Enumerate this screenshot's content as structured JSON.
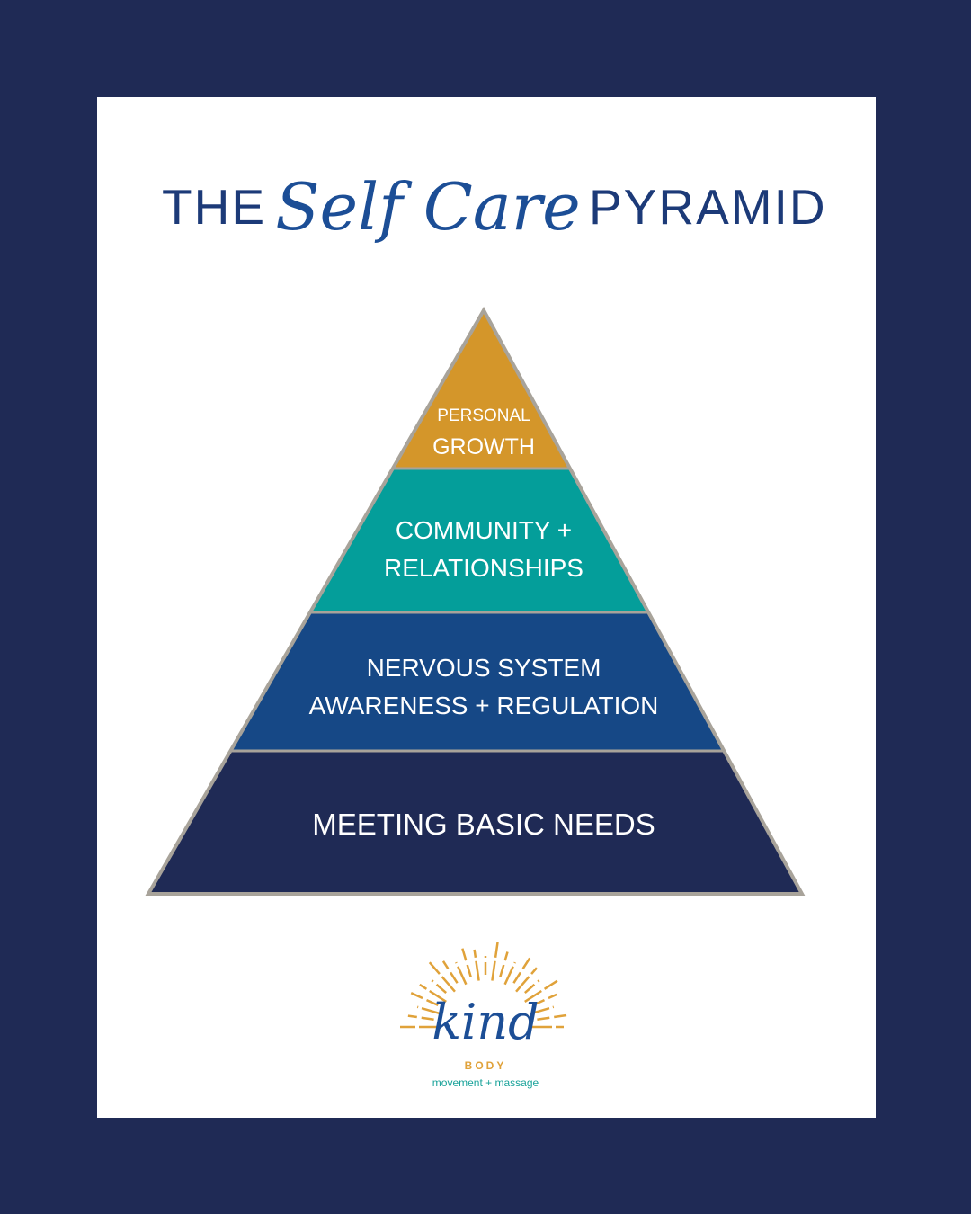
{
  "title": {
    "left": "THE",
    "script": "Self Care",
    "right": "PYRAMID"
  },
  "pyramid": {
    "tiers": [
      {
        "lines": [
          "PERSONAL",
          "GROWTH"
        ],
        "color": "#d4962a"
      },
      {
        "lines": [
          "COMMUNITY +",
          "RELATIONSHIPS"
        ],
        "color": "#049e9a"
      },
      {
        "lines": [
          "NERVOUS SYSTEM",
          "AWARENESS + REGULATION"
        ],
        "color": "#164886"
      },
      {
        "lines": [
          "MEETING BASIC NEEDS"
        ],
        "color": "#1f2a55"
      }
    ],
    "outline_color": "#a8a39a"
  },
  "logo": {
    "script_word": "kind",
    "word": "BODY",
    "tagline": "movement + massage",
    "ray_color": "#e0a23a",
    "script_color": "#1c4e96"
  },
  "colors": {
    "frame": "#1f2a55",
    "card": "#ffffff",
    "title": "#1c3a78"
  }
}
